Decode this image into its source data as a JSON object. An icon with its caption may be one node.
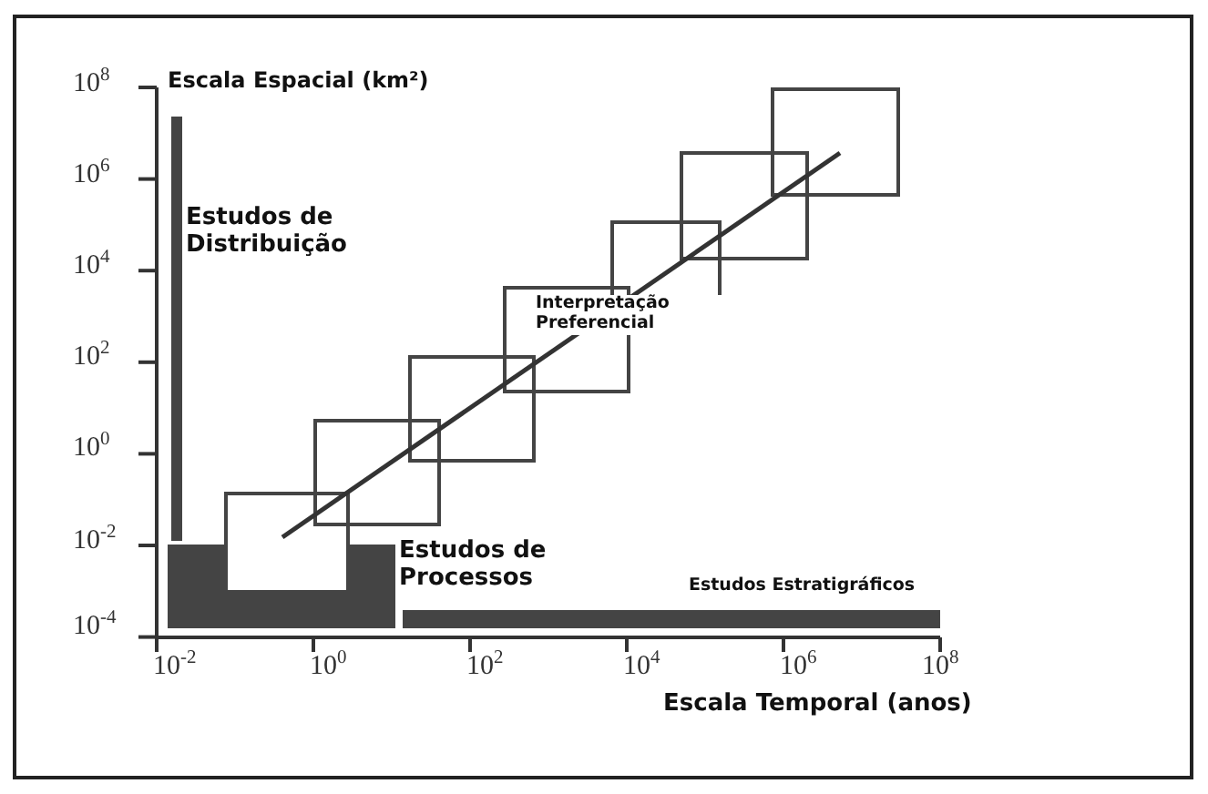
{
  "diagram": {
    "labels": [
      "10$^{8}$",
      "Escala Espacial (km²)",
      "10$^{6}$",
      "Estudos de Distribuição",
      "10$^{4}$",
      "10$^{2}$",
      "Interpretação Preferencial",
      "10$^{0}$",
      "10$^{-2}$",
      "Estudos de Processos",
      "10$^{-4}$",
      "Estudos Estratigráficos",
      "10$^{-2}$",
      "10$^{0}$",
      "10$^{2}$",
      "10$^{4}$",
      "10$^{6}$",
      "10$^{8}$",
      "Escala Temporal (anos)"
    ]
  }
}
